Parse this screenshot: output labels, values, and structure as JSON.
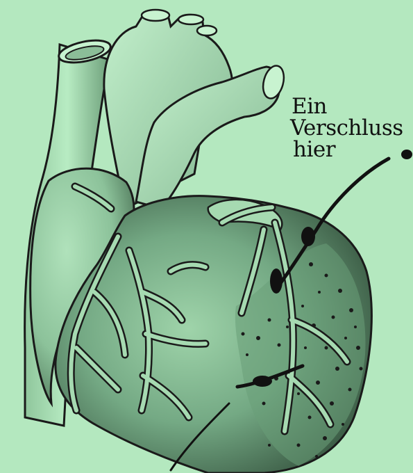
{
  "diagram": {
    "subject": "heart-coronary-arteries-illustration",
    "background_color": "#b4e8bf",
    "ink_color": "#1a1a1a",
    "label": {
      "lines": [
        "Ein",
        "Verschluss",
        "hier"
      ]
    }
  }
}
